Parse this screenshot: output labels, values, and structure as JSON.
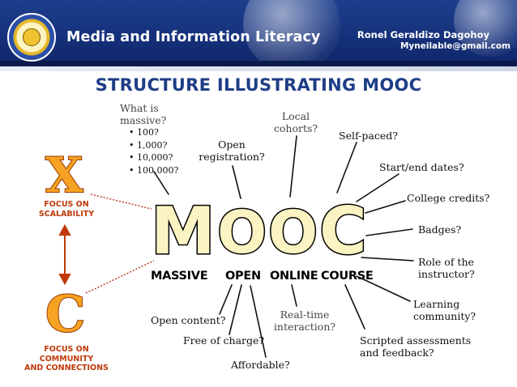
{
  "header": {
    "course_title": "Media and Information Literacy",
    "author": "Ronel Geraldizo Dagohoy",
    "email": "Myneilable@gmail.com"
  },
  "slide": {
    "title": "STRUCTURE ILLUSTRATING MOOC"
  },
  "mooc": {
    "letters": [
      "M",
      "O",
      "O",
      "C"
    ],
    "words": [
      "MASSIVE",
      "OPEN",
      "ONLINE",
      "COURSE"
    ]
  },
  "left": {
    "x_letter": "X",
    "x_focus": [
      "FOCUS ON",
      "SCALABILITY"
    ],
    "c_letter": "C",
    "c_focus": [
      "FOCUS ON",
      "COMMUNITY",
      "AND CONNECTIONS"
    ]
  },
  "labels": {
    "massive_q": [
      "What is",
      "massive?"
    ],
    "massive_bullets": [
      "100?",
      "1,000?",
      "10,000?",
      "100,000?"
    ],
    "open_registration": [
      "Open",
      "registration?"
    ],
    "local_cohorts": [
      "Local",
      "cohorts?"
    ],
    "self_paced": "Self-paced?",
    "start_end_dates": "Start/end dates?",
    "college_credits": "College credits?",
    "badges": "Badges?",
    "role_instructor": [
      "Role of the",
      "instructor?"
    ],
    "learning_community": [
      "Learning",
      "community?"
    ],
    "scripted_assessments": [
      "Scripted assessments",
      "and feedback?"
    ],
    "real_time": [
      "Real-time",
      "interaction?"
    ],
    "open_content": "Open content?",
    "free_of_charge": "Free of charge?",
    "affordable": "Affordable?"
  },
  "colors": {
    "header_blue": "#15307a",
    "title_blue": "#1f3e86",
    "letter_fill": "#fbf4c2",
    "xc_orange": "#f6a323",
    "focus_red": "#c0380a"
  }
}
